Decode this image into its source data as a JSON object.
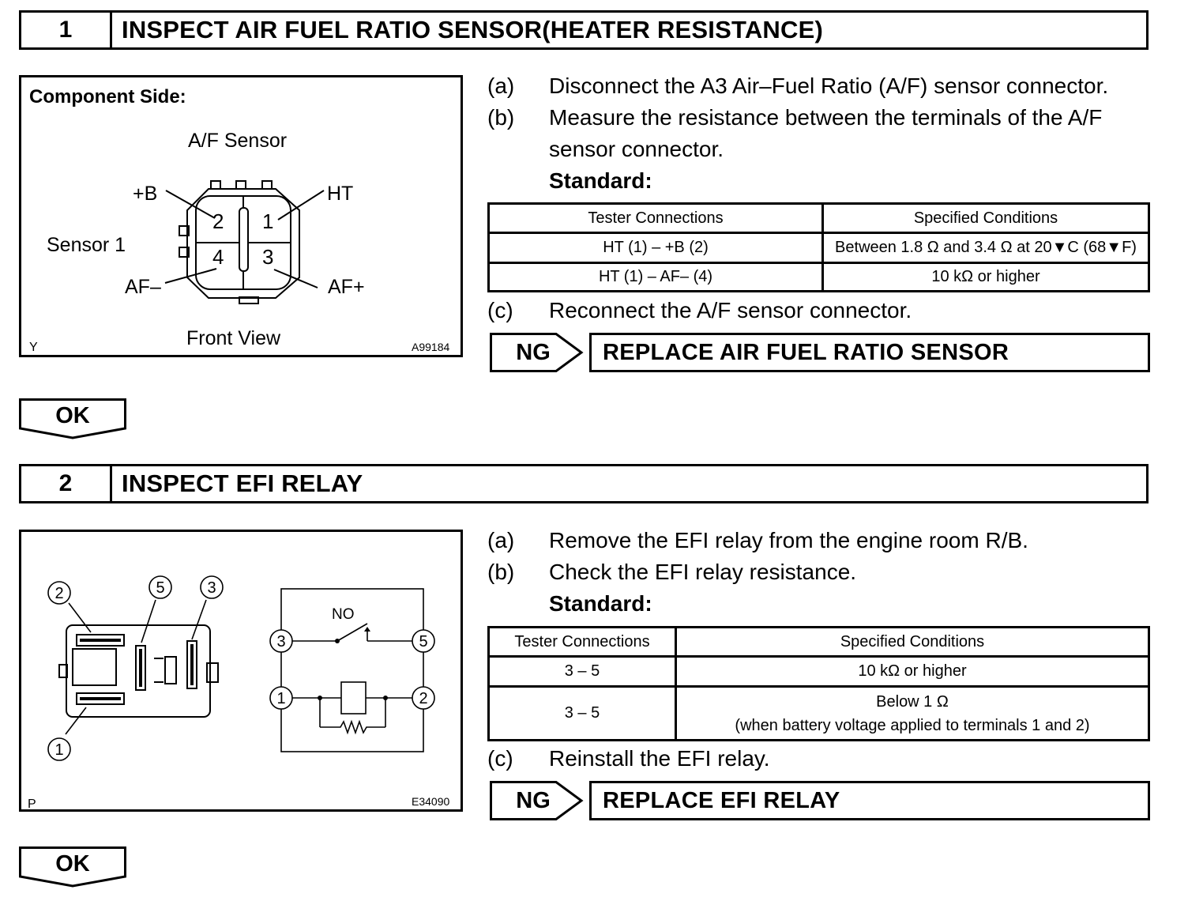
{
  "steps": [
    {
      "number": "1",
      "title": "INSPECT AIR FUEL RATIO SENSOR(HEATER RESISTANCE)",
      "figure": {
        "heading": "Component Side:",
        "sensor_name": "A/F Sensor",
        "sensor_label": "Sensor 1",
        "view_label": "Front View",
        "corner_code": "Y",
        "figure_id": "A99184",
        "pins": [
          "2",
          "1",
          "4",
          "3"
        ],
        "pin_labels": {
          "plus_b": "+B",
          "ht": "HT",
          "af_minus": "AF–",
          "af_plus": "AF+"
        }
      },
      "instructions": [
        {
          "label": "(a)",
          "text": "Disconnect the A3 Air–Fuel Ratio (A/F) sensor connector."
        },
        {
          "label": "(b)",
          "text": "Measure the resistance between the terminals of the A/F",
          "text2": "sensor connector."
        }
      ],
      "standard_label": "Standard:",
      "table": {
        "headers": [
          "Tester Connections",
          "Specified Conditions"
        ],
        "rows": [
          [
            "HT (1) – +B (2)",
            "Between 1.8 Ω and 3.4 Ω at 20▼C (68▼F)"
          ],
          [
            "HT (1) – AF– (4)",
            "10 kΩ or higher"
          ]
        ]
      },
      "after": {
        "label": "(c)",
        "text": "Reconnect the A/F sensor connector."
      },
      "ng_label": "NG",
      "ng_action": "REPLACE AIR FUEL RATIO SENSOR",
      "ok_label": "OK"
    },
    {
      "number": "2",
      "title": "INSPECT EFI RELAY",
      "figure": {
        "corner_code": "P",
        "figure_id": "E34090",
        "relay_terminals": [
          "2",
          "5",
          "3",
          "1"
        ],
        "circuit_terminals": [
          "3",
          "5",
          "1",
          "2"
        ],
        "no_label": "NO"
      },
      "instructions": [
        {
          "label": "(a)",
          "text": "Remove the EFI relay from the engine room R/B."
        },
        {
          "label": "(b)",
          "text": "Check the EFI relay resistance."
        }
      ],
      "standard_label": "Standard:",
      "table": {
        "headers": [
          "Tester Connections",
          "Specified Conditions"
        ],
        "rows": [
          [
            "3 – 5",
            "10 kΩ or higher"
          ],
          [
            "3 – 5",
            "Below 1 Ω",
            "(when battery voltage applied to terminals 1 and 2)"
          ]
        ]
      },
      "after": {
        "label": "(c)",
        "text": "Reinstall the EFI relay."
      },
      "ng_label": "NG",
      "ng_action": "REPLACE EFI RELAY",
      "ok_label": "OK"
    }
  ]
}
